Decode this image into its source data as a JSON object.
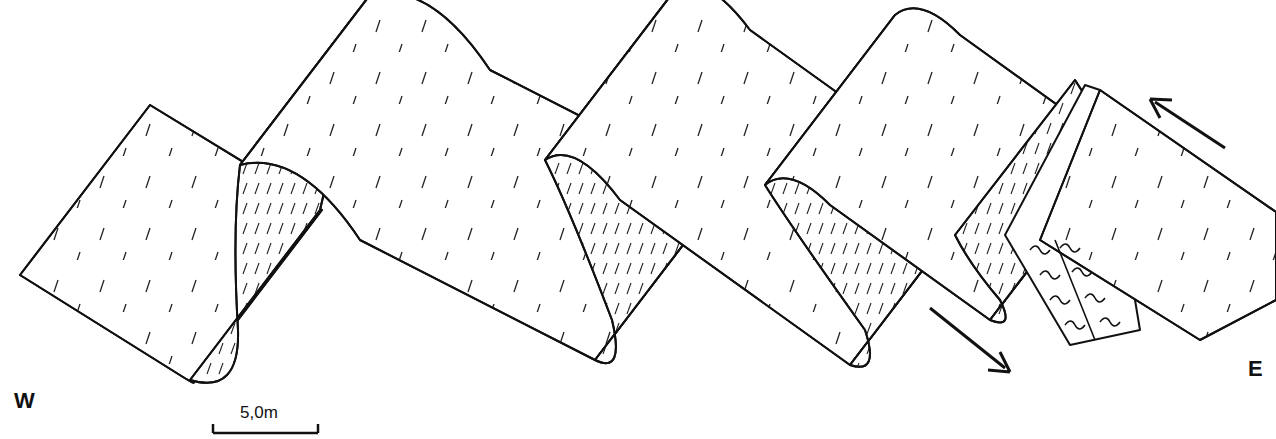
{
  "diagram": {
    "labels": [
      "W",
      "5,0m",
      "E"
    ]
  }
}
